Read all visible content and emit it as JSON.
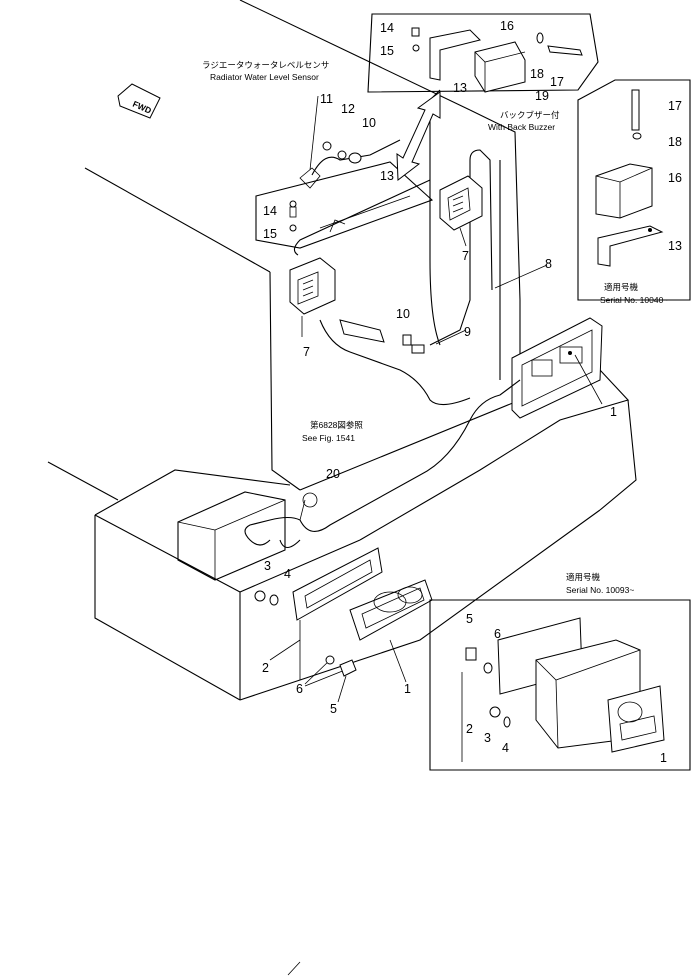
{
  "captions": {
    "radiator_jp": "ラジエータウォータレベルセンサ",
    "radiator_en": "Radiator Water Level Sensor",
    "buzzer_jp": "バックブザー付",
    "buzzer_en": "With Back Buzzer",
    "see_fig_jp": "第6828図参照",
    "see_fig_en": "See Fig. 1541",
    "fwd": "FWD",
    "inset_top_jp": "適用号機",
    "inset_top_serial": "Serial No. 10040~",
    "inset_bottom_jp": "適用号機",
    "inset_bottom_serial": "Serial No. 10093~"
  },
  "callouts": {
    "c1a": "1",
    "c1b": "1",
    "c1c": "1",
    "c2a": "2",
    "c2b": "2",
    "c3a": "3",
    "c3b": "3",
    "c4a": "4",
    "c4b": "4",
    "c5a": "5",
    "c5b": "5",
    "c6a": "6",
    "c6b": "6",
    "c7a": "7",
    "c7b": "7",
    "c8": "8",
    "c9": "9",
    "c10a": "10",
    "c10b": "10",
    "c11": "11",
    "c12": "12",
    "c13a": "13",
    "c13b": "13",
    "c13c": "13",
    "c14a": "14",
    "c14b": "14",
    "c15a": "15",
    "c15b": "15",
    "c16a": "16",
    "c16b": "16",
    "c17a": "17",
    "c17b": "17",
    "c18a": "18",
    "c18b": "18",
    "c19": "19",
    "c20": "20"
  }
}
